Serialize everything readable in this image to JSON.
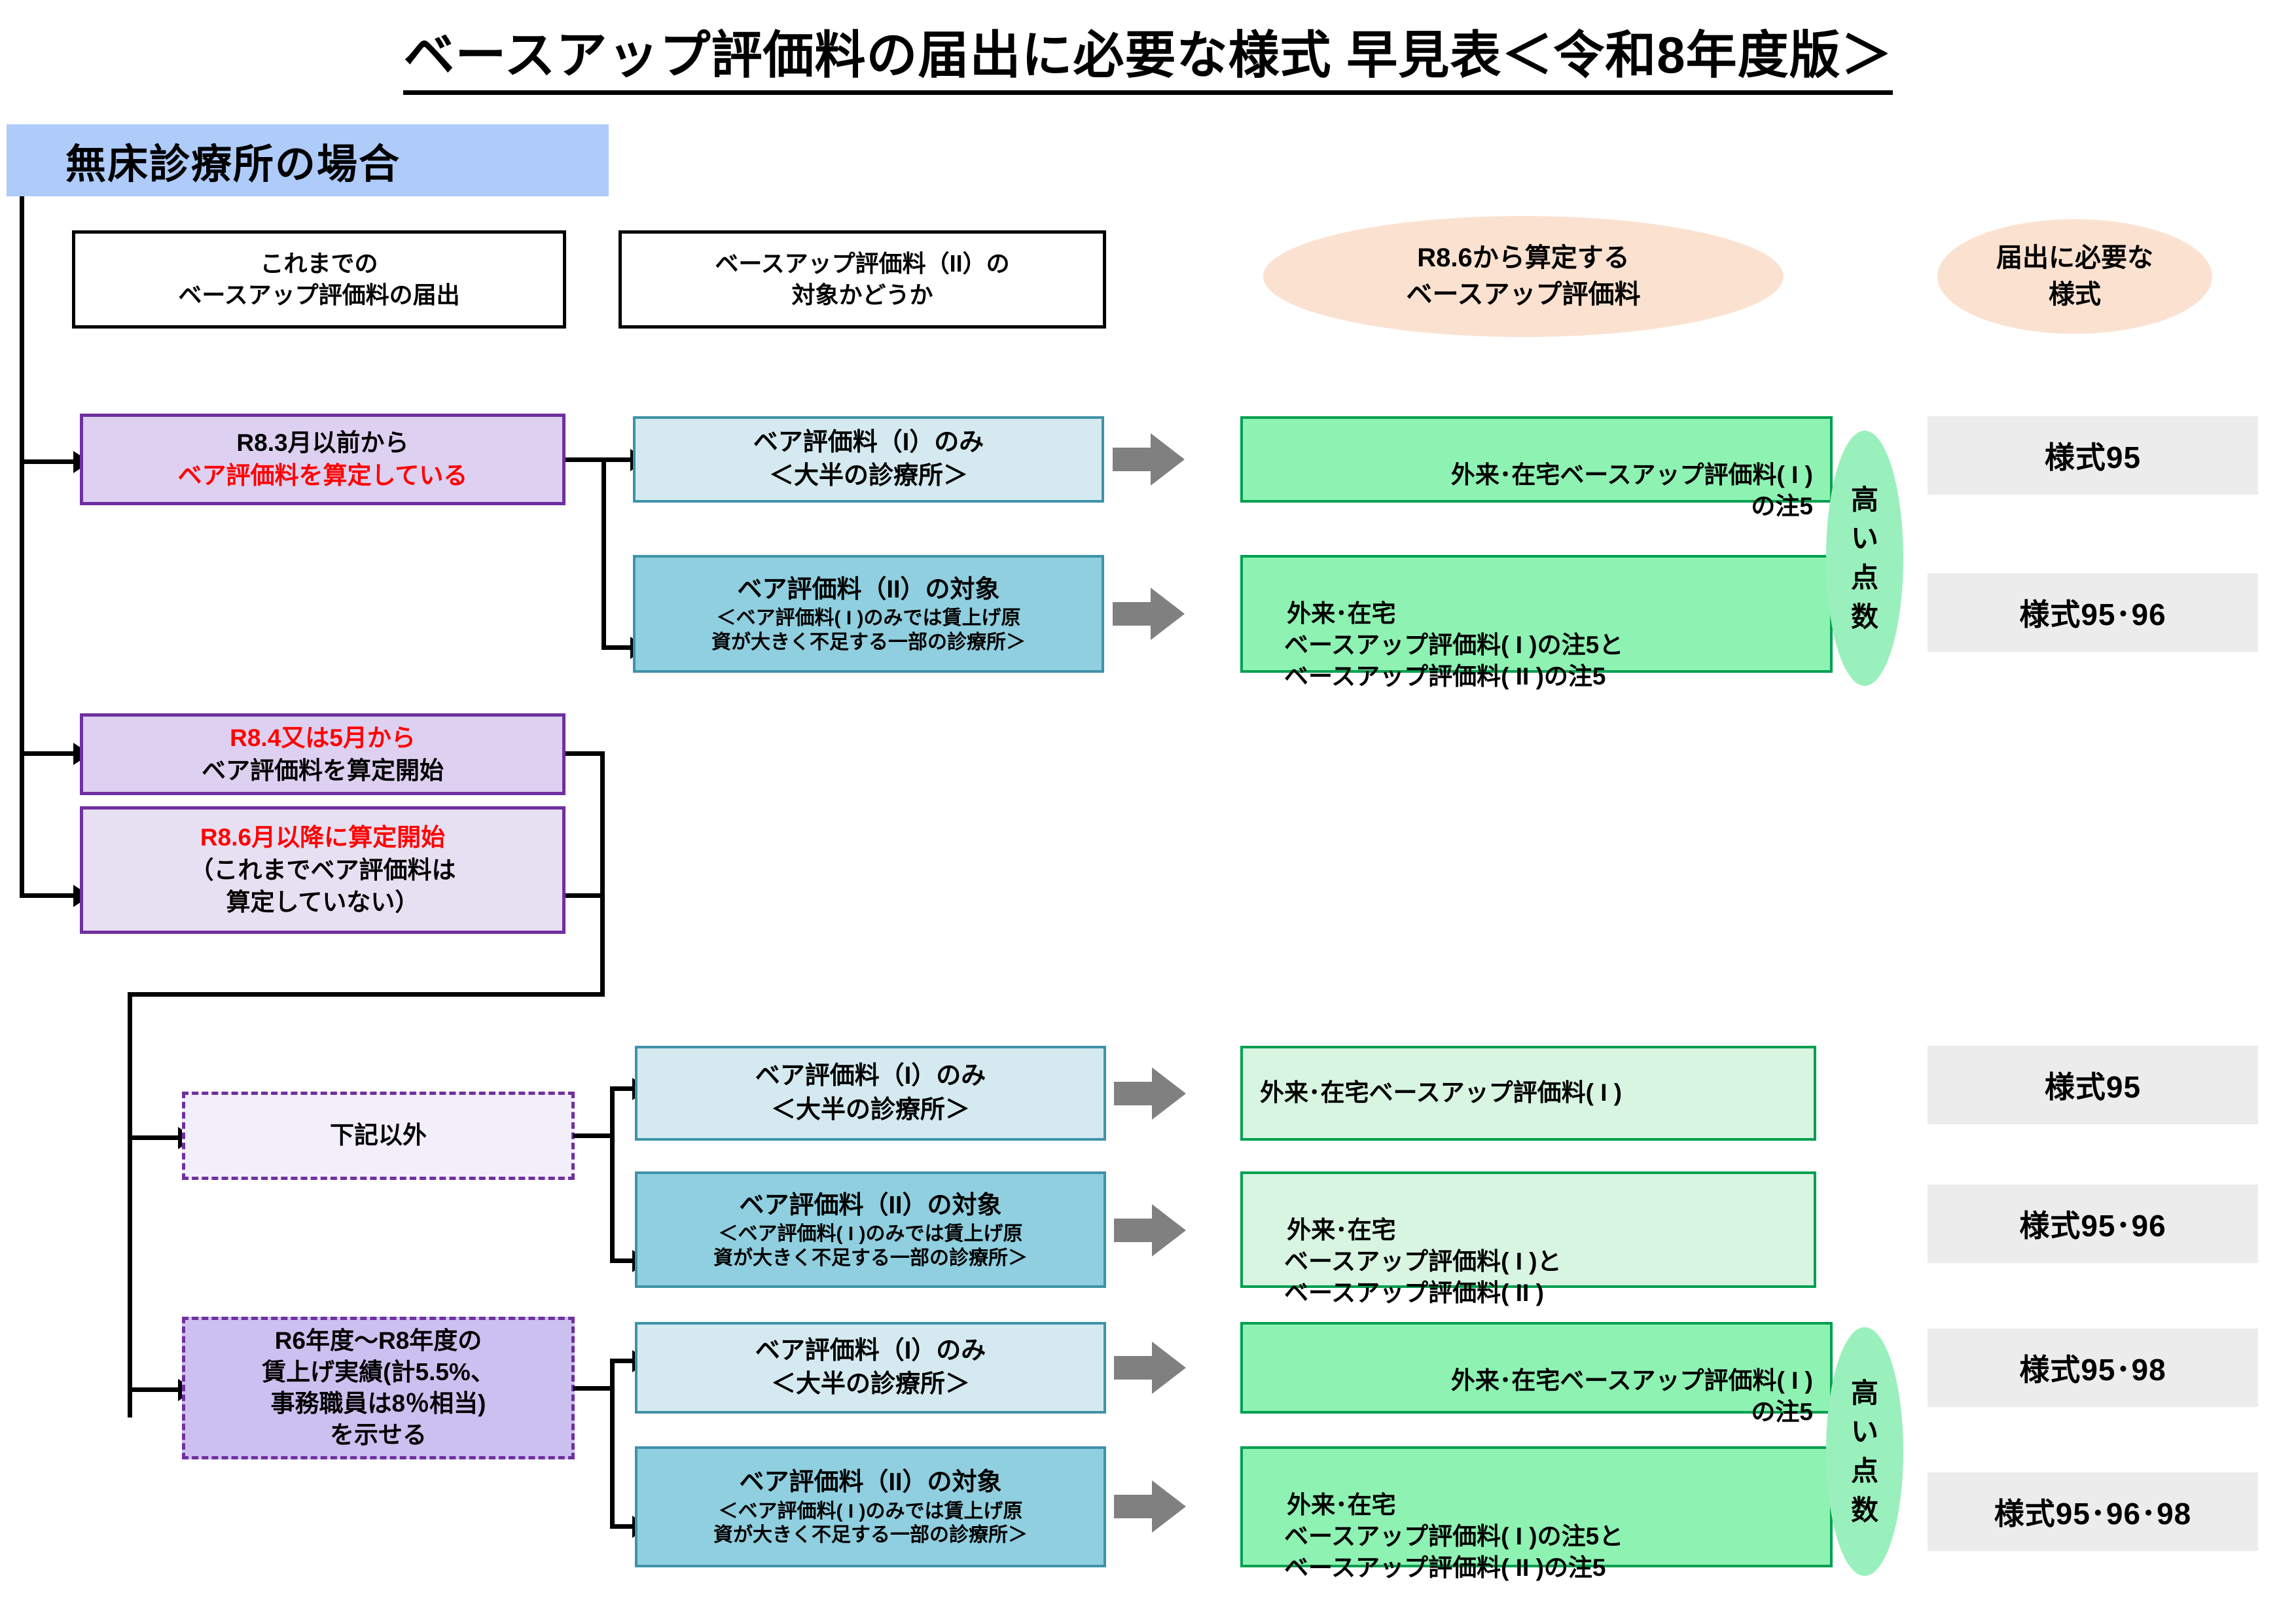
{
  "title": "ベースアップ評価料の届出に必要な様式 早見表＜令和8年度版＞",
  "section_banner": "無床診療所の場合",
  "column_headers": {
    "prior_filing": "これまでの\nベースアップ評価料の届出",
    "eligibility": "ベースアップ評価料（II）の\n対象かどうか",
    "result": "R8.6から算定する\nベースアップ評価料",
    "forms": "届出に必要な\n様式"
  },
  "decisions": [
    {
      "id": "r8-3-before",
      "line1": "R8.3月以前から",
      "line2": "ベア評価料を算定している",
      "line2_color": "#ff0000",
      "style": "purple-solid"
    },
    {
      "id": "r8-4-or-5",
      "line1": "R8.4又は5月から",
      "line1_color": "#ff0000",
      "line2": "ベア評価料を算定開始",
      "style": "purple-solid"
    },
    {
      "id": "r8-6-after",
      "line1": "R8.6月以降に算定開始",
      "line1_color": "#ff0000",
      "line2": "（これまでベア評価料は",
      "line3": "算定していない）",
      "style": "purple-solid"
    }
  ],
  "sub_conditions": [
    {
      "id": "other-than-below",
      "text": "下記以外",
      "style": "dashed-light"
    },
    {
      "id": "wage-increase-record",
      "line1": "R6年度～R8年度の",
      "line2": "賃上げ実績(計5.5%、",
      "line3": "事務職員は8％相当)",
      "line4": "を示せる",
      "style": "dashed-fill"
    }
  ],
  "eligibility_boxes": {
    "type1_only": {
      "line1": "ベア評価料（I）のみ",
      "line2": "＜大半の診療所＞"
    },
    "type2_target": {
      "line1": "ベア評価料（II）の対象",
      "line2": "＜ベア評価料( I )のみでは賃上げ原",
      "line3": "資が大きく不足する一部の診療所＞"
    }
  },
  "results": {
    "r1": "外来･在宅ベースアップ評価料( I )\nの注5",
    "r2": "外来･在宅\n　ベースアップ評価料( I )の注5と\n　ベースアップ評価料( II )の注5",
    "r3": "外来･在宅ベースアップ評価料( I )",
    "r4": "外来･在宅\n　ベースアップ評価料( I )と\n　ベースアップ評価料( II )",
    "r5": "外来･在宅ベースアップ評価料( I )\nの注5",
    "r6": "外来･在宅\n　ベースアップ評価料( I )の注5と\n　ベースアップ評価料( II )の注5"
  },
  "high_points_label": [
    "高",
    "い",
    "点",
    "数"
  ],
  "forms": {
    "f1": "様式95",
    "f2": "様式95･96",
    "f3": "様式95",
    "f4": "様式95･96",
    "f5": "様式95･98",
    "f6": "様式95･96･98"
  },
  "colors": {
    "banner": "#aecbfa",
    "purple_border": "#7030a0",
    "purple_fill": "#e7e0f3",
    "teal_border": "#3f93a8",
    "blue_light": "#d4eaf0",
    "blue_dark": "#8fcfdf",
    "green_border": "#00a050",
    "green_strong": "#8ef2b2",
    "green_soft": "#d8f5e2",
    "peach": "#fbe2d0",
    "form_gray": "#ececec",
    "accent_red": "#ff0000",
    "arrow_gray": "#808080"
  }
}
